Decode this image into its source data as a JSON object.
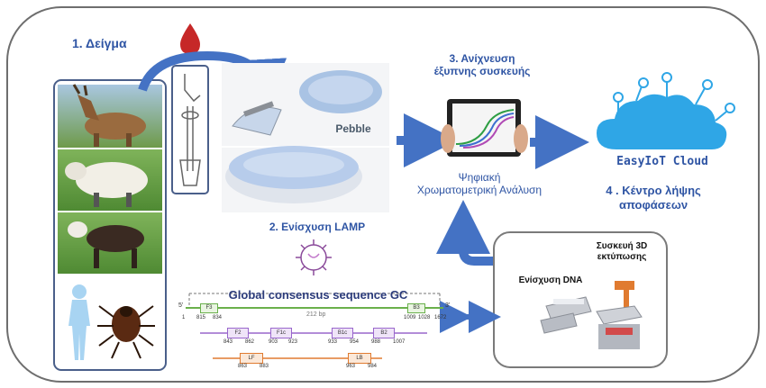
{
  "steps": {
    "sample": "1. Δείγμα",
    "amplification": "2. Ενίσχυση LAMP",
    "detection_line1": "3. Ανίχνευση",
    "detection_line2": "έξυπνης συσκευής",
    "decision_line1": "4 . Κέντρο λήψης",
    "decision_line2": "αποφάσεων"
  },
  "analysis": {
    "line1": "Ψηφιακή",
    "line2": "Χρωματομετρική Ανάλυση"
  },
  "device": {
    "brand": "Pebble"
  },
  "cloud": {
    "name": "EasyIoT Cloud"
  },
  "printing": {
    "dna_label": "Ενίσχυση DNA",
    "printer_line1": "Συσκευή 3D",
    "printer_line2": "εκτύπωσης"
  },
  "sequence": {
    "title": "Global consensus sequence GC",
    "end5": "5'",
    "end3": "3'",
    "length": "212 bp",
    "positions": [
      "1",
      "815",
      "834",
      "1009",
      "1028",
      "1672"
    ],
    "f3_label": "F3",
    "b3_label": "B3",
    "primers": [
      "F2",
      "F1c",
      "B1c",
      "B2"
    ],
    "primer_positions": [
      "843",
      "862",
      "903",
      "923",
      "933",
      "954",
      "988",
      "1007"
    ],
    "loops": [
      "LF",
      "LB"
    ],
    "loop_positions": [
      "863",
      "883",
      "963",
      "984"
    ]
  },
  "colors": {
    "title_blue": "#2f55a4",
    "arrow_blue": "#4472c4",
    "frame_gray": "#6e6e6e",
    "cloud_blue": "#2fa6e6",
    "primer_purple": "#9966cc",
    "primer_orange": "#e07b30",
    "primer_green": "#6ab04c"
  }
}
